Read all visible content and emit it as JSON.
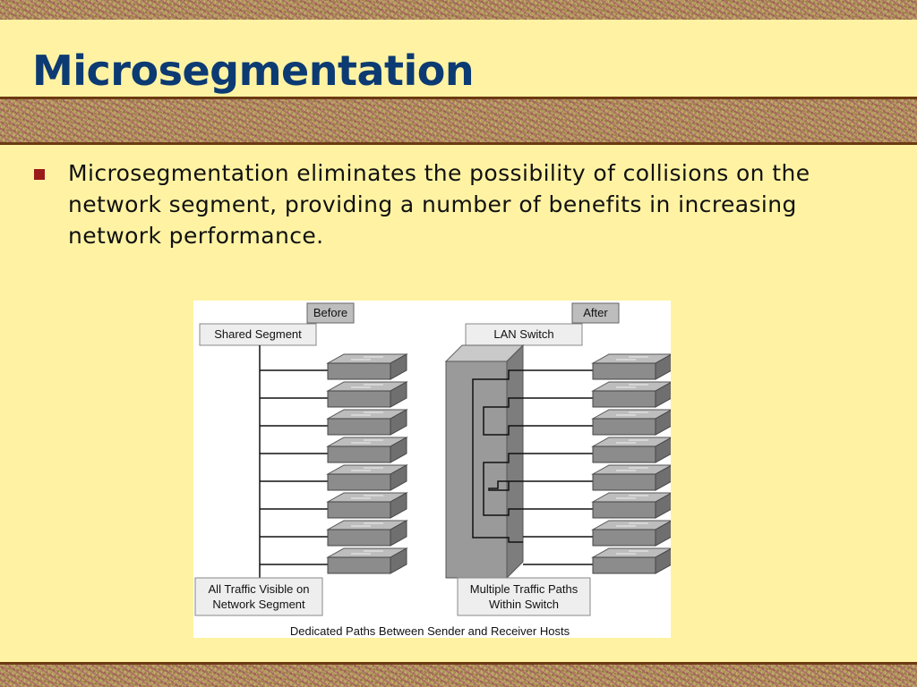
{
  "slide": {
    "title": "Microsegmentation",
    "bullet": "Microsegmentation eliminates the possibility of collisions on the network segment, providing a number of benefits in increasing network performance."
  },
  "diagram": {
    "before_label": "Before",
    "after_label": "After",
    "shared_segment_label": "Shared Segment",
    "lan_switch_label": "LAN Switch",
    "left_caption_line1": "All Traffic Visible on",
    "left_caption_line2": "Network Segment",
    "right_caption_line1": "Multiple Traffic Paths",
    "right_caption_line2": "Within Switch",
    "bottom_caption": "Dedicated Paths Between Sender and Receiver Hosts",
    "host_count_per_side": 8
  },
  "colors": {
    "title": "#0c3a72",
    "background": "#fff3a3",
    "bullet": "#9b1a1a",
    "band_border": "#6b3a12"
  }
}
